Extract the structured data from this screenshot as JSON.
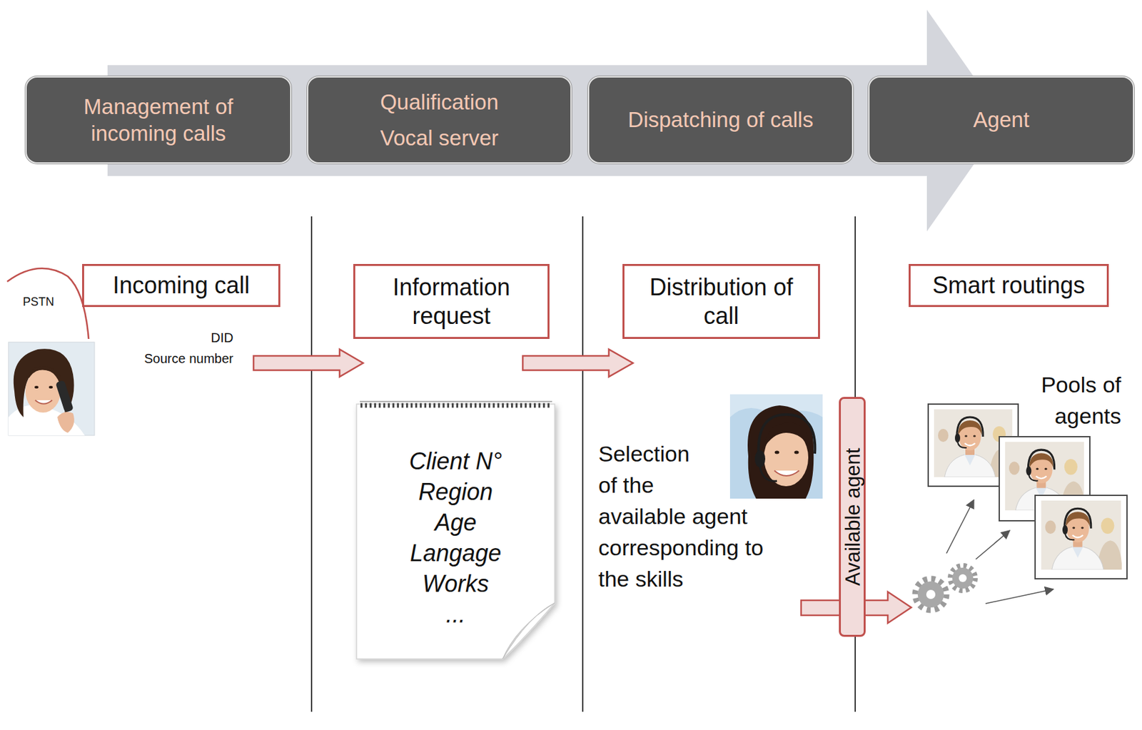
{
  "diagram": {
    "nodes": [
      {
        "text": [
          "Management of incoming calls"
        ]
      },
      {
        "text": [
          "Qualification",
          "Vocal server"
        ]
      },
      {
        "text": [
          "Dispatching of calls"
        ]
      },
      {
        "text": [
          "Agent"
        ]
      },
      {
        "text": [
          "Incoming call"
        ]
      },
      {
        "text": [
          "Information request"
        ]
      },
      {
        "text": [
          "Distribution of call"
        ]
      },
      {
        "text": [
          "Smart routings"
        ]
      },
      {
        "text": [
          "Client N°",
          "Region",
          "Age",
          "Langage",
          "Works",
          "..."
        ]
      },
      {
        "text": [
          "Available agent"
        ]
      }
    ],
    "labels": [
      "PSTN",
      "DID",
      "Source number",
      "Selection of the available agent corresponding to the skills",
      "Pools of agents"
    ]
  }
}
